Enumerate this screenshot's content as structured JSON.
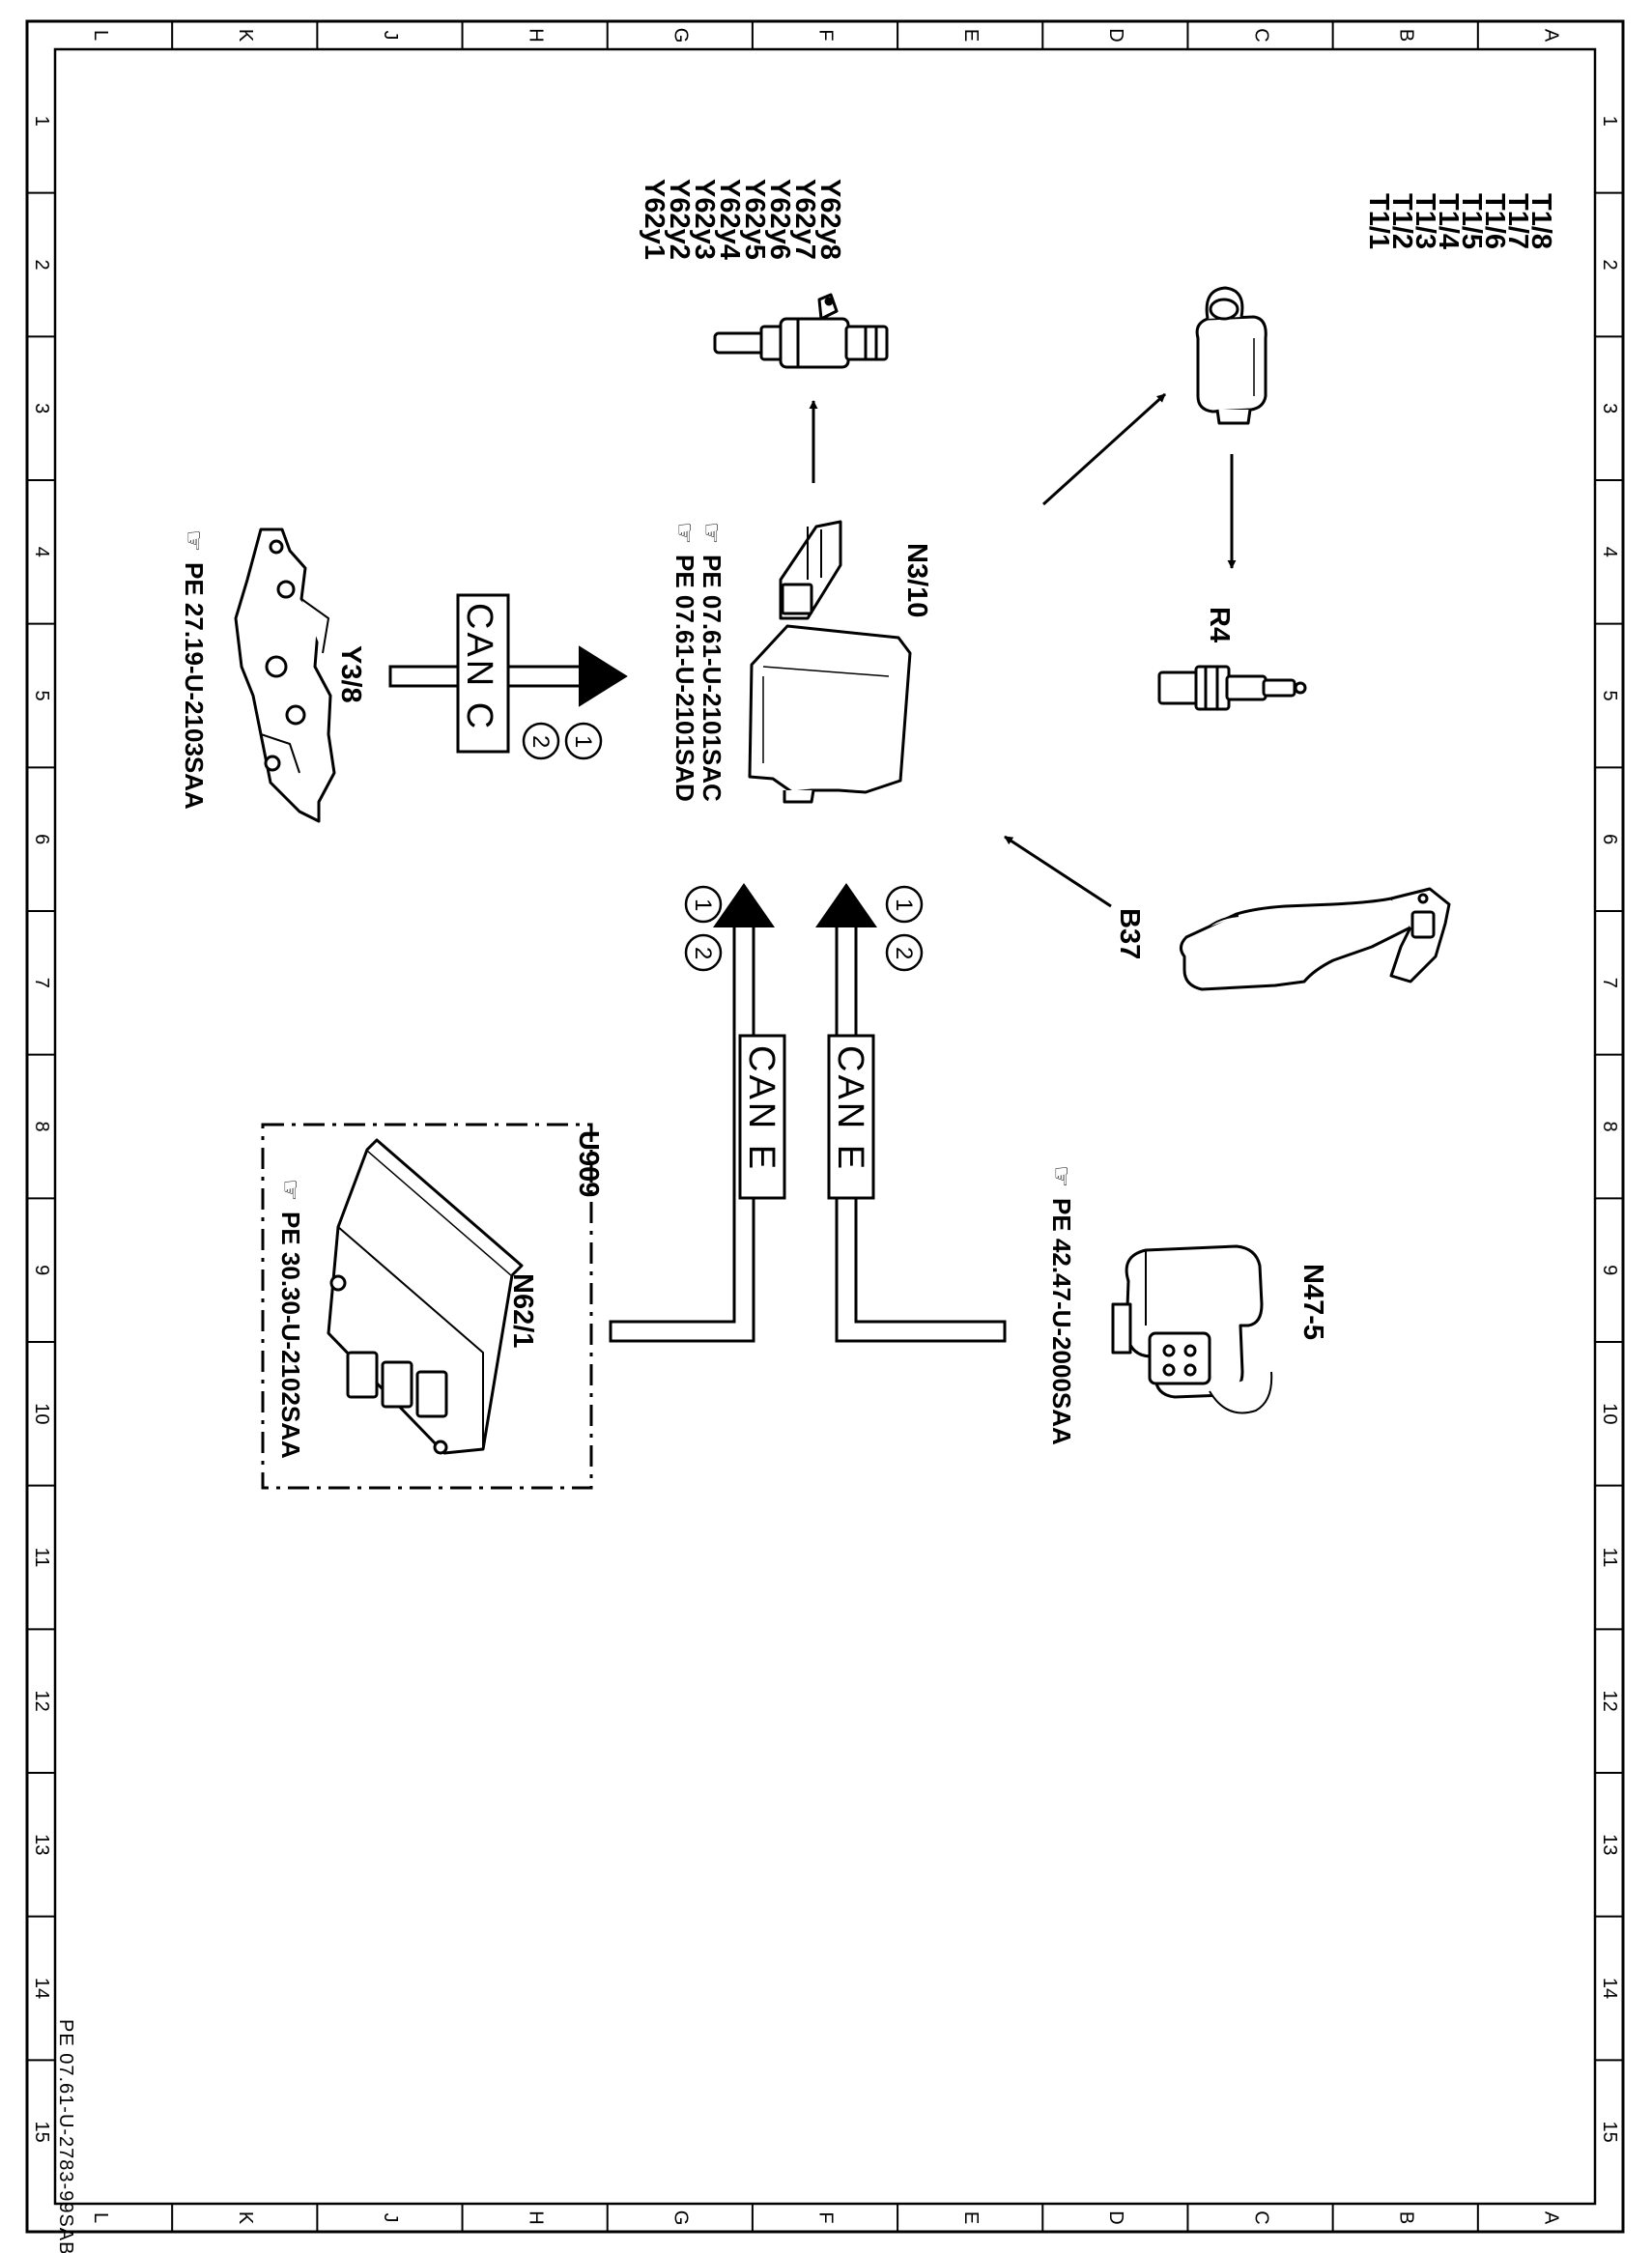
{
  "border": {
    "columns": [
      "L",
      "K",
      "J",
      "H",
      "G",
      "F",
      "E",
      "D",
      "C",
      "B",
      "A"
    ],
    "rows": [
      "1",
      "2",
      "3",
      "4",
      "5",
      "6",
      "7",
      "8",
      "9",
      "10",
      "11",
      "12",
      "13",
      "14",
      "15"
    ]
  },
  "document_code": "PE 07.61-U-2783-99SAB",
  "components": {
    "n3_10": {
      "label": "N3/10",
      "refs": [
        "PE 07.61-U-2101SAC",
        "PE 07.61-U-2101SAD"
      ]
    },
    "y62": {
      "labels": [
        "Y62y1",
        "Y62y2",
        "Y62y3",
        "Y62y4",
        "Y62y5",
        "Y62y6",
        "Y62y7",
        "Y62y8"
      ]
    },
    "t1": {
      "labels": [
        "T1/1",
        "T1/2",
        "T1/3",
        "T1/4",
        "T1/5",
        "T1/6",
        "T1/7",
        "T1/8"
      ]
    },
    "r4": {
      "label": "R4"
    },
    "y3_8": {
      "label": "Y3/8",
      "ref": "PE 27.19-U-2103SAA"
    },
    "b37": {
      "label": "B37"
    },
    "n47_5": {
      "label": "N47-5",
      "ref": "PE 42.47-U-2000SAA"
    },
    "u909": {
      "label": "U909"
    },
    "n62_1": {
      "label": "N62/1",
      "ref": "PE 30.30-U-2102SAA"
    }
  },
  "buses": {
    "can_c": "CAN C",
    "can_e": "CAN E"
  },
  "markers": {
    "one": "1",
    "two": "2"
  }
}
